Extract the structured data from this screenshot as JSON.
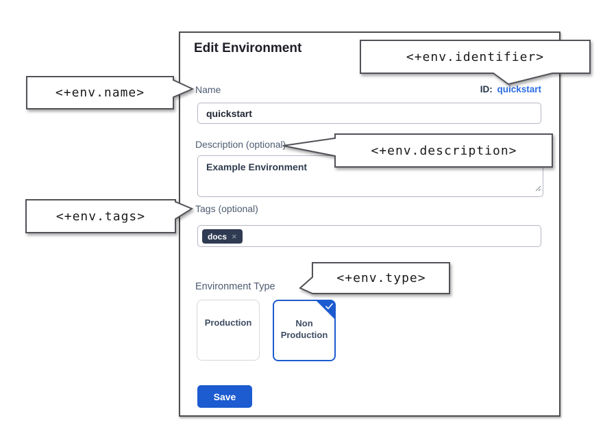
{
  "dialog": {
    "title": "Edit Environment",
    "name_field": {
      "label": "Name",
      "value": "quickstart"
    },
    "id_field": {
      "label": "ID:",
      "value": "quickstart"
    },
    "description_field": {
      "label": "Description (optional)",
      "value": "Example Environment"
    },
    "tags_field": {
      "label": "Tags (optional)",
      "tags": [
        {
          "label": "docs",
          "remove_icon": "×"
        }
      ]
    },
    "environment_type": {
      "label": "Environment Type",
      "options": [
        {
          "label": "Production",
          "selected": false
        },
        {
          "label": "Non Production",
          "selected": true
        }
      ]
    },
    "save_label": "Save"
  },
  "callouts": {
    "identifier": "<+env.identifier>",
    "name": "<+env.name>",
    "description": "<+env.description>",
    "tags": "<+env.tags>",
    "type": "<+env.type>"
  },
  "colors": {
    "primary_blue": "#1c5bd0",
    "link_blue": "#2a6ce2",
    "label_slate": "#4d5b70",
    "tag_chip_navy": "#2f3b52",
    "dialog_border": "#4e4e50"
  }
}
